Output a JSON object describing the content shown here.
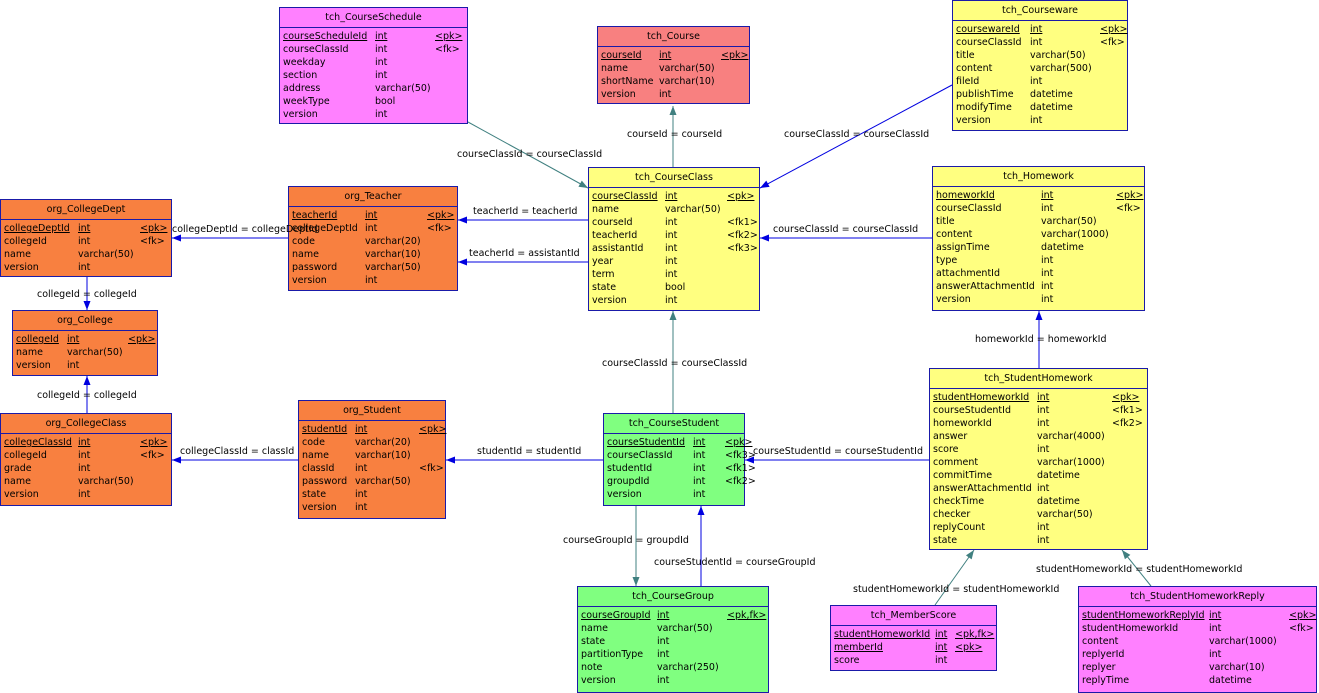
{
  "colors": {
    "pink": "#ff80ff",
    "red": "#f88080",
    "yellow": "#ffff80",
    "orange": "#f88040",
    "green": "#80ff80",
    "blue_link": "#0000e0",
    "teal_link": "#408080"
  },
  "tables": [
    {
      "id": "tch_CourseSchedule",
      "title": "tch_CourseSchedule",
      "color": "pink",
      "fields": [
        {
          "name": "courseScheduleId",
          "type": "int",
          "key": "<pk>",
          "pk": true
        },
        {
          "name": "courseClassId",
          "type": "int",
          "key": "<fk>"
        },
        {
          "name": "weekday",
          "type": "int",
          "key": ""
        },
        {
          "name": "section",
          "type": "int",
          "key": ""
        },
        {
          "name": "address",
          "type": "varchar(50)",
          "key": ""
        },
        {
          "name": "weekType",
          "type": "bool",
          "key": ""
        },
        {
          "name": "version",
          "type": "int",
          "key": ""
        }
      ]
    },
    {
      "id": "tch_Course",
      "title": "tch_Course",
      "color": "red",
      "fields": [
        {
          "name": "courseId",
          "type": "int",
          "key": "<pk>",
          "pk": true
        },
        {
          "name": "name",
          "type": "varchar(50)",
          "key": ""
        },
        {
          "name": "shortName",
          "type": "varchar(10)",
          "key": ""
        },
        {
          "name": "version",
          "type": "int",
          "key": ""
        }
      ]
    },
    {
      "id": "tch_Courseware",
      "title": "tch_Courseware",
      "color": "yellow",
      "fields": [
        {
          "name": "coursewareId",
          "type": "int",
          "key": "<pk>",
          "pk": true
        },
        {
          "name": "courseClassId",
          "type": "int",
          "key": "<fk>"
        },
        {
          "name": "title",
          "type": "varchar(50)",
          "key": ""
        },
        {
          "name": "content",
          "type": "varchar(500)",
          "key": ""
        },
        {
          "name": "fileId",
          "type": "int",
          "key": ""
        },
        {
          "name": "publishTime",
          "type": "datetime",
          "key": ""
        },
        {
          "name": "modifyTime",
          "type": "datetime",
          "key": ""
        },
        {
          "name": "version",
          "type": "int",
          "key": ""
        }
      ]
    },
    {
      "id": "tch_CourseClass",
      "title": "tch_CourseClass",
      "color": "yellow",
      "fields": [
        {
          "name": "courseClassId",
          "type": "int",
          "key": "<pk>",
          "pk": true
        },
        {
          "name": "name",
          "type": "varchar(50)",
          "key": ""
        },
        {
          "name": "courseId",
          "type": "int",
          "key": "<fk1>"
        },
        {
          "name": "teacherId",
          "type": "int",
          "key": "<fk2>"
        },
        {
          "name": "assistantId",
          "type": "int",
          "key": "<fk3>"
        },
        {
          "name": "year",
          "type": "int",
          "key": ""
        },
        {
          "name": "term",
          "type": "int",
          "key": ""
        },
        {
          "name": "state",
          "type": "bool",
          "key": ""
        },
        {
          "name": "version",
          "type": "int",
          "key": ""
        }
      ]
    },
    {
      "id": "tch_Homework",
      "title": "tch_Homework",
      "color": "yellow",
      "fields": [
        {
          "name": "homeworkId",
          "type": "int",
          "key": "<pk>",
          "pk": true
        },
        {
          "name": "courseClassId",
          "type": "int",
          "key": "<fk>"
        },
        {
          "name": "title",
          "type": "varchar(50)",
          "key": ""
        },
        {
          "name": "content",
          "type": "varchar(1000)",
          "key": ""
        },
        {
          "name": "assignTime",
          "type": "datetime",
          "key": ""
        },
        {
          "name": "type",
          "type": "int",
          "key": ""
        },
        {
          "name": "attachmentId",
          "type": "int",
          "key": ""
        },
        {
          "name": "answerAttachmentId",
          "type": "int",
          "key": ""
        },
        {
          "name": "version",
          "type": "int",
          "key": ""
        }
      ]
    },
    {
      "id": "org_CollegeDept",
      "title": "org_CollegeDept",
      "color": "orange",
      "fields": [
        {
          "name": "collegeDeptId",
          "type": "int",
          "key": "<pk>",
          "pk": true
        },
        {
          "name": "collegeId",
          "type": "int",
          "key": "<fk>"
        },
        {
          "name": "name",
          "type": "varchar(50)",
          "key": ""
        },
        {
          "name": "version",
          "type": "int",
          "key": ""
        }
      ]
    },
    {
      "id": "org_Teacher",
      "title": "org_Teacher",
      "color": "orange",
      "fields": [
        {
          "name": "teacherId",
          "type": "int",
          "key": "<pk>",
          "pk": true
        },
        {
          "name": "collegeDeptId",
          "type": "int",
          "key": "<fk>"
        },
        {
          "name": "code",
          "type": "varchar(20)",
          "key": ""
        },
        {
          "name": "name",
          "type": "varchar(10)",
          "key": ""
        },
        {
          "name": "password",
          "type": "varchar(50)",
          "key": ""
        },
        {
          "name": "version",
          "type": "int",
          "key": ""
        }
      ]
    },
    {
      "id": "org_College",
      "title": "org_College",
      "color": "orange",
      "fields": [
        {
          "name": "collegeId",
          "type": "int",
          "key": "<pk>",
          "pk": true
        },
        {
          "name": "name",
          "type": "varchar(50)",
          "key": ""
        },
        {
          "name": "version",
          "type": "int",
          "key": ""
        }
      ]
    },
    {
      "id": "org_CollegeClass",
      "title": "org_CollegeClass",
      "color": "orange",
      "fields": [
        {
          "name": "collegeClassId",
          "type": "int",
          "key": "<pk>",
          "pk": true
        },
        {
          "name": "collegeId",
          "type": "int",
          "key": "<fk>"
        },
        {
          "name": "grade",
          "type": "int",
          "key": ""
        },
        {
          "name": "name",
          "type": "varchar(50)",
          "key": ""
        },
        {
          "name": "version",
          "type": "int",
          "key": ""
        }
      ]
    },
    {
      "id": "org_Student",
      "title": "org_Student",
      "color": "orange",
      "fields": [
        {
          "name": "studentId",
          "type": "int",
          "key": "<pk>",
          "pk": true
        },
        {
          "name": "code",
          "type": "varchar(20)",
          "key": ""
        },
        {
          "name": "name",
          "type": "varchar(10)",
          "key": ""
        },
        {
          "name": "classId",
          "type": "int",
          "key": "<fk>"
        },
        {
          "name": "password",
          "type": "varchar(50)",
          "key": ""
        },
        {
          "name": "state",
          "type": "int",
          "key": ""
        },
        {
          "name": "version",
          "type": "int",
          "key": ""
        }
      ]
    },
    {
      "id": "tch_CourseStudent",
      "title": "tch_CourseStudent",
      "color": "green",
      "fields": [
        {
          "name": "courseStudentId",
          "type": "int",
          "key": "<pk>",
          "pk": true
        },
        {
          "name": "courseClassId",
          "type": "int",
          "key": "<fk3>"
        },
        {
          "name": "studentId",
          "type": "int",
          "key": "<fk1>"
        },
        {
          "name": "groupdId",
          "type": "int",
          "key": "<fk2>"
        },
        {
          "name": "version",
          "type": "int",
          "key": ""
        }
      ]
    },
    {
      "id": "tch_StudentHomework",
      "title": "tch_StudentHomework",
      "color": "yellow",
      "fields": [
        {
          "name": "studentHomeworkId",
          "type": "int",
          "key": "<pk>",
          "pk": true
        },
        {
          "name": "courseStudentId",
          "type": "int",
          "key": "<fk1>"
        },
        {
          "name": "homeworkId",
          "type": "int",
          "key": "<fk2>"
        },
        {
          "name": "answer",
          "type": "varchar(4000)",
          "key": ""
        },
        {
          "name": "score",
          "type": "int",
          "key": ""
        },
        {
          "name": "comment",
          "type": "varchar(1000)",
          "key": ""
        },
        {
          "name": "commitTime",
          "type": "datetime",
          "key": ""
        },
        {
          "name": "answerAttachmentId",
          "type": "int",
          "key": ""
        },
        {
          "name": "checkTime",
          "type": "datetime",
          "key": ""
        },
        {
          "name": "checker",
          "type": "varchar(50)",
          "key": ""
        },
        {
          "name": "replyCount",
          "type": "int",
          "key": ""
        },
        {
          "name": "state",
          "type": "int",
          "key": ""
        }
      ]
    },
    {
      "id": "tch_CourseGroup",
      "title": "tch_CourseGroup",
      "color": "green",
      "fields": [
        {
          "name": "courseGroupId",
          "type": "int",
          "key": "<pk,fk>",
          "pk": true
        },
        {
          "name": "name",
          "type": "varchar(50)",
          "key": ""
        },
        {
          "name": "state",
          "type": "int",
          "key": ""
        },
        {
          "name": "partitionType",
          "type": "int",
          "key": ""
        },
        {
          "name": "note",
          "type": "varchar(250)",
          "key": ""
        },
        {
          "name": "version",
          "type": "int",
          "key": ""
        }
      ]
    },
    {
      "id": "tch_MemberScore",
      "title": "tch_MemberScore",
      "color": "pink",
      "fields": [
        {
          "name": "studentHomeworkId",
          "type": "int",
          "key": "<pk,fk>",
          "pk": true
        },
        {
          "name": "memberId",
          "type": "int",
          "key": "<pk>",
          "pk": true
        },
        {
          "name": "score",
          "type": "int",
          "key": ""
        }
      ]
    },
    {
      "id": "tch_StudentHomeworkReply",
      "title": "tch_StudentHomeworkReply",
      "color": "pink",
      "fields": [
        {
          "name": "studentHomeworkReplyId",
          "type": "int",
          "key": "<pk>",
          "pk": true
        },
        {
          "name": "studentHomeworkId",
          "type": "int",
          "key": "<fk>"
        },
        {
          "name": "content",
          "type": "varchar(1000)",
          "key": ""
        },
        {
          "name": "replyerId",
          "type": "int",
          "key": ""
        },
        {
          "name": "replyer",
          "type": "varchar(10)",
          "key": ""
        },
        {
          "name": "replyTime",
          "type": "datetime",
          "key": ""
        }
      ]
    }
  ],
  "relations": [
    {
      "id": "r_schedule_class",
      "label": "courseClassId = courseClassId",
      "color": "teal"
    },
    {
      "id": "r_class_course",
      "label": "courseId = courseId",
      "color": "teal"
    },
    {
      "id": "r_ware_class",
      "label": "courseClassId = courseClassId",
      "color": "blue"
    },
    {
      "id": "r_class_teacher",
      "label": "teacherId = teacherId",
      "color": "blue"
    },
    {
      "id": "r_class_assistant",
      "label": "teacherId = assistantId",
      "color": "blue"
    },
    {
      "id": "r_homework_class",
      "label": "courseClassId = courseClassId",
      "color": "blue"
    },
    {
      "id": "r_teacher_dept",
      "label": "collegeDeptId = collegeDeptId",
      "color": "blue"
    },
    {
      "id": "r_dept_college",
      "label": "collegeId = collegeId",
      "color": "blue"
    },
    {
      "id": "r_cclass_college",
      "label": "collegeId = collegeId",
      "color": "blue"
    },
    {
      "id": "r_student_cclass",
      "label": "collegeClassId = classId",
      "color": "blue"
    },
    {
      "id": "r_cstudent_class",
      "label": "courseClassId = courseClassId",
      "color": "teal"
    },
    {
      "id": "r_cstudent_student",
      "label": "studentId = studentId",
      "color": "blue"
    },
    {
      "id": "r_shw_homework",
      "label": "homeworkId = homeworkId",
      "color": "blue"
    },
    {
      "id": "r_shw_cstudent",
      "label": "courseStudentId = courseStudentId",
      "color": "blue"
    },
    {
      "id": "r_cstudent_group",
      "label": "courseGroupId = groupdId",
      "color": "teal"
    },
    {
      "id": "r_group_cstudent",
      "label": "courseStudentId = courseGroupId",
      "color": "blue"
    },
    {
      "id": "r_member_shw",
      "label": "studentHomeworkId = studentHomeworkId",
      "color": "teal"
    },
    {
      "id": "r_reply_shw",
      "label": "studentHomeworkId = studentHomeworkId",
      "color": "teal"
    }
  ]
}
